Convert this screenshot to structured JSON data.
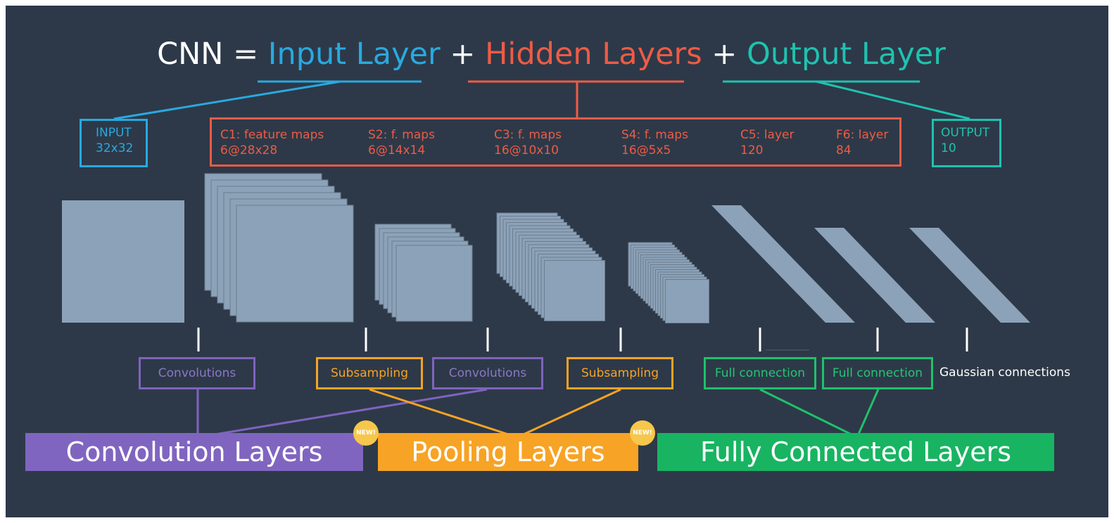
{
  "title": {
    "prefix": "CNN = ",
    "input": "Input Layer",
    "plus1": " + ",
    "hidden": "Hidden Layers",
    "plus2": " + ",
    "output": "Output Layer"
  },
  "input_box": {
    "line1": "INPUT",
    "line2": "32x32"
  },
  "output_box": {
    "line1": "OUTPUT",
    "line2": "10"
  },
  "hidden_layers": [
    {
      "line1": "C1:  feature maps",
      "line2": "6@28x28"
    },
    {
      "line1": "S2:  f. maps",
      "line2": "6@14x14"
    },
    {
      "line1": "C3:  f. maps",
      "line2": "16@10x10"
    },
    {
      "line1": "S4:  f. maps",
      "line2": "16@5x5"
    },
    {
      "line1": "C5:  layer",
      "line2": "120"
    },
    {
      "line1": "F6:  layer",
      "line2": "84"
    }
  ],
  "operations": [
    {
      "label": "Convolutions",
      "kind": "conv"
    },
    {
      "label": "Subsampling",
      "kind": "sub"
    },
    {
      "label": "Convolutions",
      "kind": "conv"
    },
    {
      "label": "Subsampling",
      "kind": "sub"
    },
    {
      "label": "Full connection",
      "kind": "full"
    },
    {
      "label": "Full connection",
      "kind": "full"
    }
  ],
  "gaussian_label": "Gaussian connections",
  "categories": {
    "conv": "Convolution Layers",
    "pool": "Pooling Layers",
    "fc": "Fully Connected Layers"
  },
  "badge_text": "NEW!",
  "colors": {
    "background": "#2d3948",
    "input": "#29a9e0",
    "hidden": "#ee5b46",
    "output": "#1fc2b0",
    "convolution": "#8065c0",
    "pooling": "#f7a325",
    "fully_connected": "#18b462",
    "layer_fill": "#8ca2b8",
    "layer_edge": "#6c7d8f",
    "badge": "#f6c74c"
  }
}
